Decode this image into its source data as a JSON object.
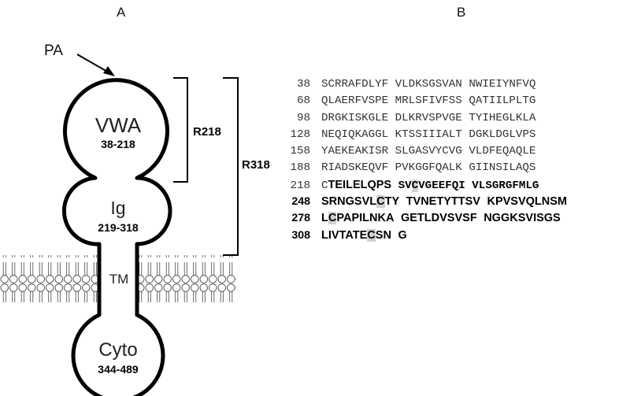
{
  "panels": {
    "a_label": "A",
    "b_label": "B"
  },
  "diagram": {
    "pa_label": "PA",
    "domains": [
      {
        "name": "VWA",
        "range": "38-218"
      },
      {
        "name": "Ig",
        "range": "219-318"
      },
      {
        "name": "TM",
        "range": ""
      },
      {
        "name": "Cyto",
        "range": "344-489"
      }
    ],
    "bracket_labels": [
      "R218",
      "R318"
    ]
  },
  "sequence": {
    "lines": [
      {
        "num": "38",
        "blocks": [
          "SCRRAFDLYF",
          "VLDKSGSVAN",
          "NWIEIYNFVQ"
        ],
        "bold": false
      },
      {
        "num": "68",
        "blocks": [
          "QLAERFVSPE",
          "MRLSFIVFSS",
          "QATIILPLTG"
        ],
        "bold": false
      },
      {
        "num": "98",
        "blocks": [
          "DRGKISKGLE",
          "DLKRVSPVGE",
          "TYIHEGLKLA"
        ],
        "bold": false
      },
      {
        "num": "128",
        "blocks": [
          "NEQIQKAGGL",
          "KTSSIIIALT",
          "DGKLDGLVPS"
        ],
        "bold": false
      },
      {
        "num": "158",
        "blocks": [
          "YAEKEAKISR",
          "SLGASVYCVG",
          "VLDFEQAQLE"
        ],
        "bold": false
      },
      {
        "num": "188",
        "blocks": [
          "RIADSKEQVF",
          "PVKGGFQALK",
          "GIINSILAQS"
        ],
        "bold": false
      },
      {
        "num": "218",
        "blocks": [
          "CTEILELQPS",
          "SVCVGEEFQI",
          "VLSGRGFMLG"
        ],
        "bold": true
      },
      {
        "num": "248",
        "blocks": [
          "SRNGSVLCTY",
          "TVNETYTTSV",
          "KPVSVQLNSM"
        ],
        "bold": true
      },
      {
        "num": "278",
        "blocks": [
          "LCPAPILNKA",
          "GETLDVSVSF",
          "NGGKSVISGS"
        ],
        "bold": true
      },
      {
        "num": "308",
        "blocks": [
          "LIVTATECSN",
          "G"
        ],
        "bold": true
      }
    ]
  }
}
